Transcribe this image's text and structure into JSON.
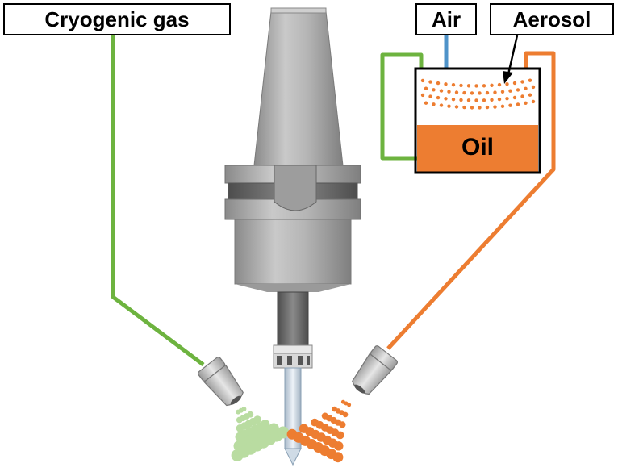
{
  "labels": {
    "cryogenic_gas": "Cryogenic gas",
    "air": "Air",
    "aerosol": "Aerosol",
    "oil": "Oil"
  },
  "colors": {
    "cryogenic_line": "#6db33f",
    "air_line": "#4f93c9",
    "oil_aerosol": "#ed7d31",
    "cryo_spray": "#b9dca1",
    "holder_grey": "#a9a9a9"
  }
}
